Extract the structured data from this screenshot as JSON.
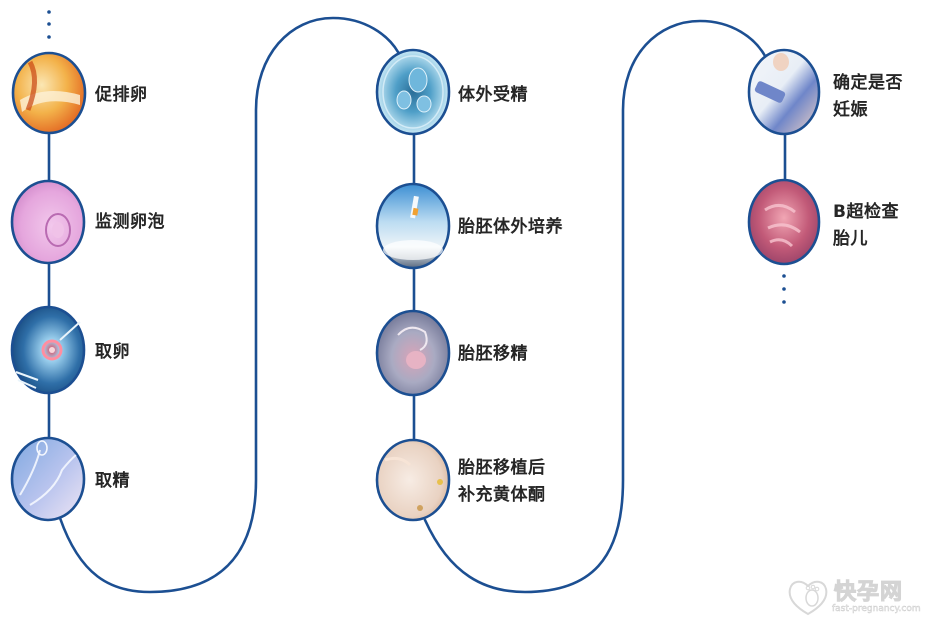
{
  "diagram": {
    "type": "serpentine-flow",
    "line_color": "#1c4f92",
    "text_color": "#262626",
    "columns": [
      {
        "steps": [
          {
            "id": 1,
            "label_lines": [
              "促排卵"
            ],
            "image": "ovulation-induction-image",
            "colors": [
              "#f3b24a",
              "#e05a1b",
              "#fbe7b4"
            ]
          },
          {
            "id": 2,
            "label_lines": [
              "监测卵泡"
            ],
            "image": "follicle-monitoring-image",
            "colors": [
              "#e5a6dd",
              "#c77cc1",
              "#f2c8ec"
            ]
          },
          {
            "id": 3,
            "label_lines": [
              "取卵"
            ],
            "image": "egg-retrieval-image",
            "colors": [
              "#2f6fa8",
              "#9fd3f0",
              "#e0455a"
            ]
          },
          {
            "id": 4,
            "label_lines": [
              "取精"
            ],
            "image": "sperm-collection-image",
            "colors": [
              "#7fa8e0",
              "#dfe6f8",
              "#b9c4ee"
            ]
          }
        ]
      },
      {
        "steps": [
          {
            "id": 5,
            "label_lines": [
              "体外受精"
            ],
            "image": "in-vitro-fertilization-image",
            "colors": [
              "#4f9fc8",
              "#bfe3f2",
              "#2a6e98"
            ]
          },
          {
            "id": 6,
            "label_lines": [
              "胎胚体外培养"
            ],
            "image": "embryo-culture-image",
            "colors": [
              "#3c8fd3",
              "#eef4f8",
              "#bcdcf2"
            ]
          },
          {
            "id": 7,
            "label_lines": [
              "胎胚移精"
            ],
            "image": "embryo-transfer-image",
            "colors": [
              "#6a6f90",
              "#d8a4b8",
              "#a9aac2"
            ]
          },
          {
            "id": 8,
            "label_lines": [
              "胎胚移植后",
              "补充黄体酮"
            ],
            "image": "progesterone-supplement-image",
            "colors": [
              "#e9d2c2",
              "#f7ece4",
              "#d2a889"
            ]
          }
        ]
      },
      {
        "steps": [
          {
            "id": 9,
            "label_lines": [
              "确定是否",
              "妊娠"
            ],
            "image": "pregnancy-confirmation-image",
            "colors": [
              "#e8eef6",
              "#6f86c9",
              "#f3d6c6"
            ]
          },
          {
            "id": 10,
            "label_lines": [
              "B超检查",
              "胎儿"
            ],
            "image": "ultrasound-fetus-image",
            "colors": [
              "#c25a78",
              "#f1a6b4",
              "#8c3b63"
            ]
          }
        ]
      }
    ],
    "start_marker": "ellipsis-dots-top",
    "end_marker": "ellipsis-dots-bottom"
  },
  "labels": {
    "s1": "促排卵",
    "s2": "监测卵泡",
    "s3": "取卵",
    "s4": "取精",
    "s5": "体外受精",
    "s6": "胎胚体外培养",
    "s7": "胎胚移精",
    "s8a": "胎胚移植后",
    "s8b": "补充黄体酮",
    "s9a": "确定是否",
    "s9b": "妊娠",
    "s10a": "B超检查",
    "s10b": "胎儿"
  },
  "watermark": {
    "text": "快孕网",
    "url": "fast-pregnancy.com"
  }
}
